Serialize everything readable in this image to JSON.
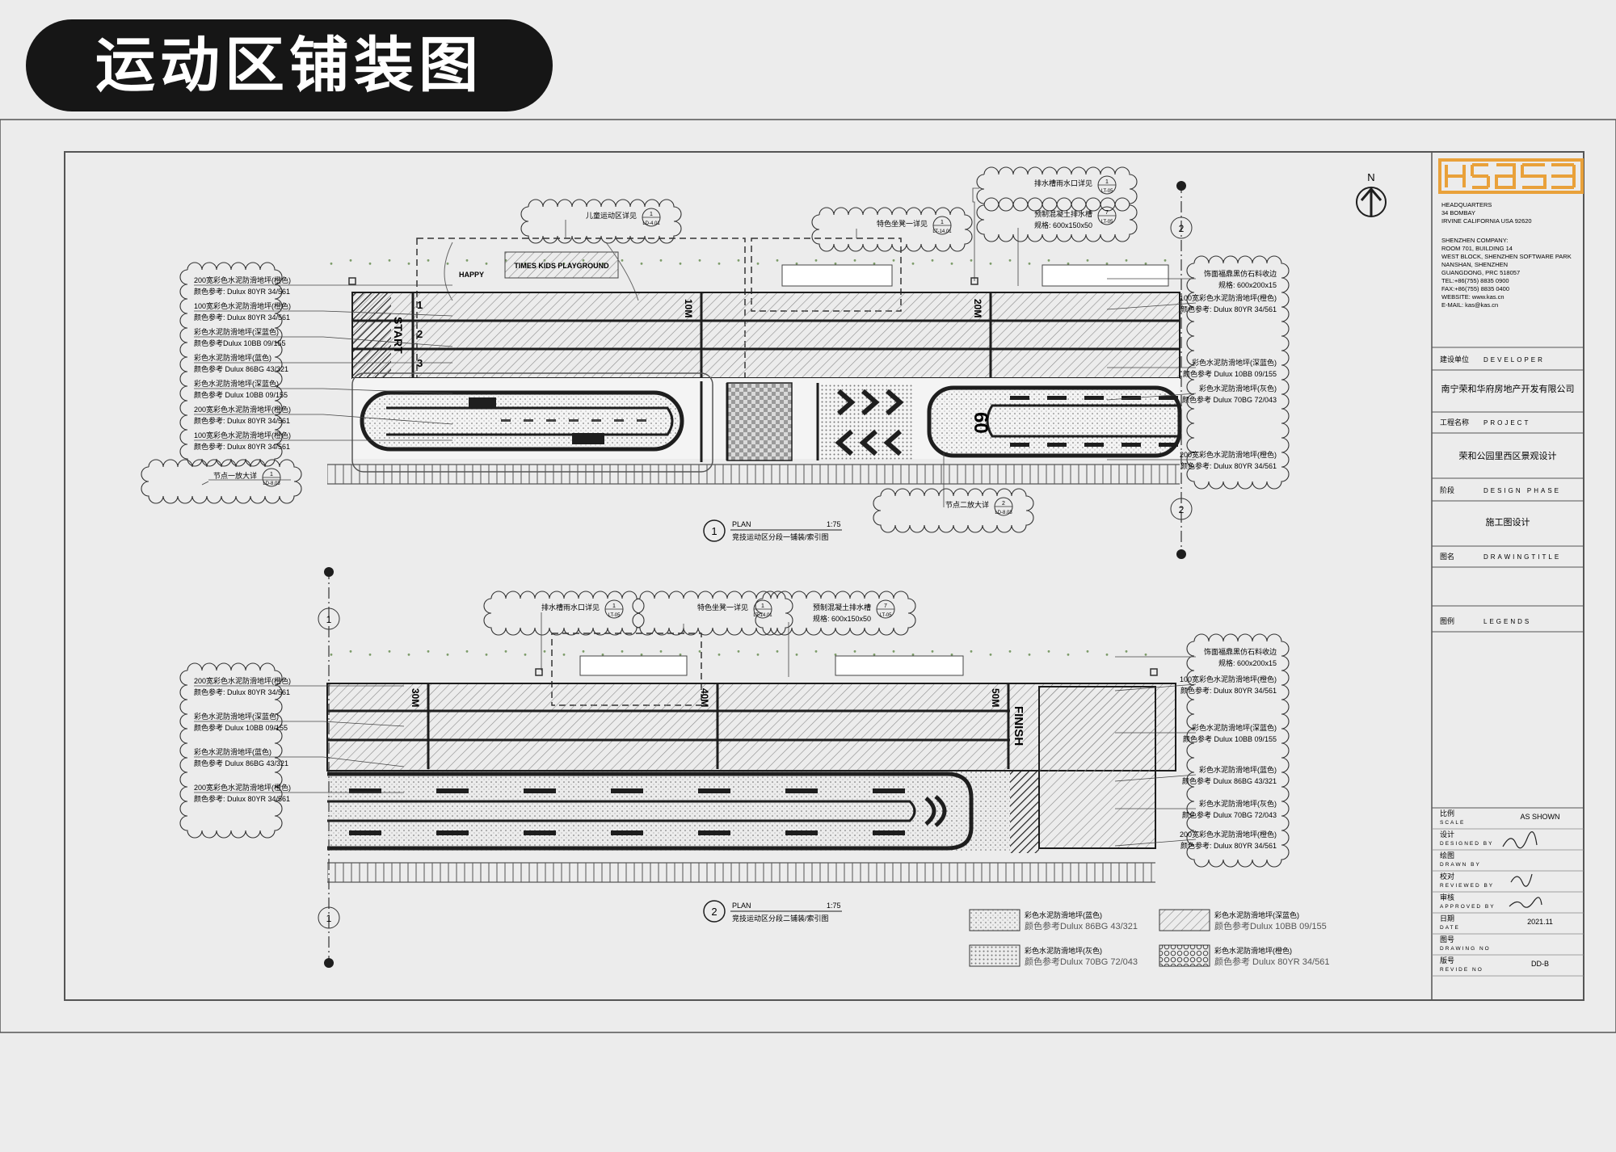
{
  "page_title": "运动区铺装图",
  "north": "N",
  "title_block": {
    "hq_lines": [
      "HEADQUARTERS",
      "34 BOMBAY",
      "IRVINE CALIFORNIA USA 92620"
    ],
    "sz_lines": [
      "SHENZHEN COMPANY:",
      "ROOM 701, BUILDING 14",
      "WEST BLOCK, SHENZHEN SOFTWARE PARK",
      "NANSHAN, SHENZHEN",
      "GUANGDONG, PRC 518057",
      "TEL:+86(755) 8835 0900",
      "FAX:+86(755) 8835 0400",
      "WEBSITE: www.kas.cn",
      "E-MAIL: kas@kas.cn"
    ],
    "developer_label": "建设单位",
    "developer_en": "DEVELOPER",
    "developer_value": "南宁荣和华府房地产开发有限公司",
    "project_label": "工程名称",
    "project_en": "PROJECT",
    "project_value": "荣和公园里西区景观设计",
    "phase_label": "阶段",
    "phase_en": "DESIGN PHASE",
    "phase_value": "施工图设计",
    "drawing_title_label": "图名",
    "drawing_title_en": "DRAWINGTITLE",
    "legends_label": "图例",
    "legends_en": "LEGENDS",
    "scale_label": "比例",
    "scale_en": "SCALE",
    "scale_value": "AS SHOWN",
    "designed_label": "设计",
    "designed_en": "DESIGNED BY",
    "drawn_label": "绘图",
    "drawn_en": "DRAWN BY",
    "reviewed_label": "校对",
    "reviewed_en": "REVIEWED BY",
    "approved_label": "审核",
    "approved_en": "APPROVED BY",
    "date_label": "日期",
    "date_en": "DATE",
    "date_value": "2021.11",
    "drawing_no_label": "图号",
    "drawing_no_en": "DRAWING NO",
    "revise_label": "版号",
    "revise_en": "REVIDE NO",
    "revise_value": "DD-B"
  },
  "plan1": {
    "number": "1",
    "plan_label": "PLAN",
    "scale": "1:75",
    "title": "竞技运动区分段一铺装/索引图",
    "track_marks": [
      "10M",
      "20M"
    ],
    "start_text": "START",
    "lane_numbers": [
      "1",
      "2",
      "3"
    ],
    "speed_text": "60",
    "playground_text": "TIMES KIDS PLAYGROUND",
    "happy_text": "HAPPY",
    "callouts_left": [
      [
        "200宽彩色水泥防滑地坪(橙色)",
        "颜色参考: Dulux 80YR 34/561"
      ],
      [
        "100宽彩色水泥防滑地坪(橙色)",
        "颜色参考: Dulux 80YR 34/561"
      ],
      [
        "彩色水泥防滑地坪(深蓝色)",
        "颜色参考Dulux 10BB 09/155"
      ],
      [
        "彩色水泥防滑地坪(蓝色)",
        "颜色参考 Dulux 86BG 43/321"
      ],
      [
        "彩色水泥防滑地坪(深蓝色)",
        "颜色参考 Dulux 10BB 09/155"
      ],
      [
        "200宽彩色水泥防滑地坪(橙色)",
        "颜色参考: Dulux 80YR 34/561"
      ],
      [
        "100宽彩色水泥防滑地坪(橙色)",
        "颜色参考: Dulux 80YR 34/561"
      ]
    ],
    "callouts_right": [
      [
        "饰面福鼎黑仿石料收边",
        "规格: 600x200x15"
      ],
      [
        "100宽彩色水泥防滑地坪(橙色)",
        "颜色参考: Dulux 80YR 34/561"
      ],
      [
        "彩色水泥防滑地坪(深蓝色)",
        "颜色参考 Dulux 10BB 09/155"
      ],
      [
        "彩色水泥防滑地坪(灰色)",
        "颜色参考 Dulux 70BG 72/043"
      ],
      [
        "200宽彩色水泥防滑地坪(橙色)",
        "颜色参考: Dulux 80YR 34/561"
      ]
    ],
    "top_refs": [
      {
        "text": "儿童运动区详见",
        "num": "1",
        "sheet": "LD-4.01"
      },
      {
        "text": "特色坐凳一详见",
        "num": "1",
        "sheet": "LT-14.01"
      },
      {
        "text": "排水槽雨水口详见",
        "num": "1",
        "sheet": "LT-05"
      },
      {
        "text": "预制混凝土排水槽",
        "spec": "规格: 600x150x50",
        "num": "7",
        "sheet": "LT-05"
      }
    ],
    "node_left": {
      "text": "节点一放大详",
      "num": "1",
      "sheet": "LD-8.03"
    },
    "node_right": {
      "text": "节点二放大详",
      "num": "2",
      "sheet": "LD-8.03"
    }
  },
  "plan2": {
    "number": "2",
    "plan_label": "PLAN",
    "scale": "1:75",
    "title": "竞技运动区分段二铺装/索引图",
    "track_marks": [
      "30M",
      "40M",
      "50M"
    ],
    "finish_text": "FINISH",
    "callouts_left": [
      [
        "200宽彩色水泥防滑地坪(橙色)",
        "颜色参考: Dulux 80YR 34/561"
      ],
      [
        "彩色水泥防滑地坪(深蓝色)",
        "颜色参考 Dulux 10BB 09/155"
      ],
      [
        "彩色水泥防滑地坪(蓝色)",
        "颜色参考 Dulux 86BG 43/321"
      ],
      [
        "200宽彩色水泥防滑地坪(橙色)",
        "颜色参考: Dulux 80YR 34/561"
      ]
    ],
    "callouts_right": [
      [
        "饰面福鼎黑仿石料收边",
        "规格: 600x200x15"
      ],
      [
        "100宽彩色水泥防滑地坪(橙色)",
        "颜色参考: Dulux 80YR 34/561"
      ],
      [
        "彩色水泥防滑地坪(深蓝色)",
        "颜色参考 Dulux 10BB 09/155"
      ],
      [
        "彩色水泥防滑地坪(蓝色)",
        "颜色参考 Dulux 86BG 43/321"
      ],
      [
        "彩色水泥防滑地坪(灰色)",
        "颜色参考 Dulux 70BG 72/043"
      ],
      [
        "200宽彩色水泥防滑地坪(橙色)",
        "颜色参考: Dulux 80YR 34/561"
      ]
    ],
    "top_refs": [
      {
        "text": "排水槽雨水口详见",
        "num": "1",
        "sheet": "LT-05"
      },
      {
        "text": "特色坐凳一详见",
        "num": "1",
        "sheet": "LT-14.01"
      },
      {
        "text": "预制混凝土排水槽",
        "spec": "规格: 600x150x50",
        "num": "7",
        "sheet": "LT-05"
      }
    ]
  },
  "legend": [
    {
      "title": "彩色水泥防滑地坪(蓝色)",
      "ref": "颜色参考Dulux 86BG 43/321",
      "pattern": "dots"
    },
    {
      "title": "彩色水泥防滑地坪(深蓝色)",
      "ref": "颜色参考Dulux 10BB 09/155",
      "pattern": "hatch"
    },
    {
      "title": "彩色水泥防滑地坪(灰色)",
      "ref": "颜色参考Dulux 70BG 72/043",
      "pattern": "dots"
    },
    {
      "title": "彩色水泥防滑地坪(橙色)",
      "ref": "颜色参考 Dulux 80YR 34/561",
      "pattern": "circles"
    }
  ],
  "axis_label": "2",
  "axis_label_left": "1",
  "colors": {
    "ink": "#1e1e1e",
    "paper": "#ececec",
    "logo_orange": "#e9a13a",
    "hatch": "#888888"
  }
}
